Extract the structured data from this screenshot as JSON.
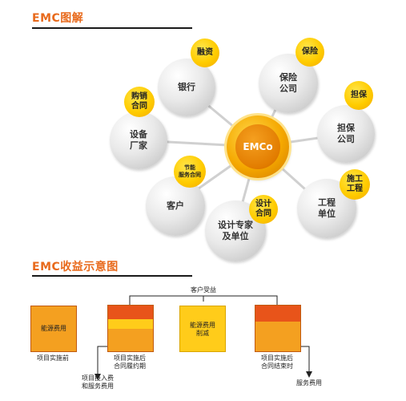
{
  "section1": {
    "title": "EMC图解"
  },
  "section2": {
    "title": "EMC收益示意图"
  },
  "hub": {
    "center": "EMCo",
    "nodes": [
      {
        "id": "bank",
        "label": "银行"
      },
      {
        "id": "insure",
        "label": "保险\n公司"
      },
      {
        "id": "guar",
        "label": "担保\n公司"
      },
      {
        "id": "eng",
        "label": "工程\n单位"
      },
      {
        "id": "design",
        "label": "设计专家\n及单位"
      },
      {
        "id": "client",
        "label": "客户"
      },
      {
        "id": "vendor",
        "label": "设备\n厂家"
      }
    ],
    "tags": [
      {
        "id": "t-finance",
        "label": "融资"
      },
      {
        "id": "t-insure",
        "label": "保险"
      },
      {
        "id": "t-guar",
        "label": "担保"
      },
      {
        "id": "t-eng",
        "label": "施工\n工程"
      },
      {
        "id": "t-design",
        "label": "设计\n合同"
      },
      {
        "id": "t-save",
        "label": "节能\n服务合同"
      },
      {
        "id": "t-purchase",
        "label": "购销\n合同"
      }
    ]
  },
  "flow": {
    "top_label": "客户受益",
    "box1_label": "能源费用",
    "box1_caption": "项目实施前",
    "box2_caption": "项目实施后\n合同履约期",
    "box3_label": "能源费用\n削减",
    "box4_caption": "项目实施后\n合同结束时",
    "arrow_left_caption": "项目投入费\n和服务费用",
    "arrow_right_caption": "服务费用"
  },
  "colors": {
    "orange": "#f4a020",
    "deep_orange": "#e8541a",
    "yellow": "#ffcc1a",
    "title": "#e86a1c"
  }
}
